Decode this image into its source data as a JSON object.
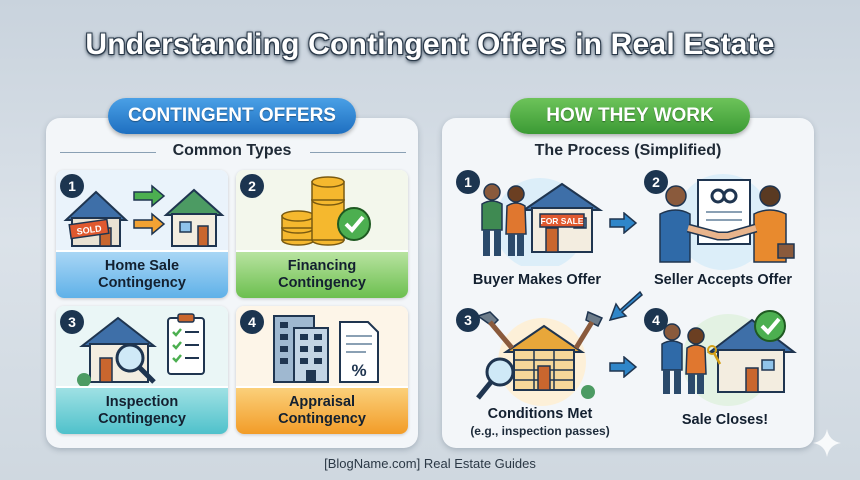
{
  "title": "Understanding Contingent Offers in Real Estate",
  "left_panel": {
    "pill": "CONTINGENT OFFERS",
    "subheading": "Common Types",
    "cards": [
      {
        "number": "1",
        "line1": "Home Sale",
        "line2": "Contingency",
        "sign": "SOLD"
      },
      {
        "number": "2",
        "line1": "Financing",
        "line2": "Contingency"
      },
      {
        "number": "3",
        "line1": "Inspection",
        "line2": "Contingency"
      },
      {
        "number": "4",
        "line1": "Appraisal",
        "line2": "Contingency",
        "symbol": "%"
      }
    ]
  },
  "right_panel": {
    "pill": "HOW THEY WORK",
    "subheading": "The Process (Simplified)",
    "steps": [
      {
        "number": "1",
        "label": "Buyer Makes Offer",
        "sign": "FOR SALE"
      },
      {
        "number": "2",
        "label": "Seller Accepts Offer"
      },
      {
        "number": "3",
        "label": "Conditions Met",
        "sublabel": "(e.g., inspection passes)"
      },
      {
        "number": "4",
        "label": "Sale Closes!"
      }
    ]
  },
  "footer": "[BlogName.com] Real Estate Guides",
  "colors": {
    "blue_pill": "#1e6fc0",
    "green_pill": "#3b9a34",
    "number_badge": "#1c3550",
    "arrow": "#2f86c9"
  }
}
